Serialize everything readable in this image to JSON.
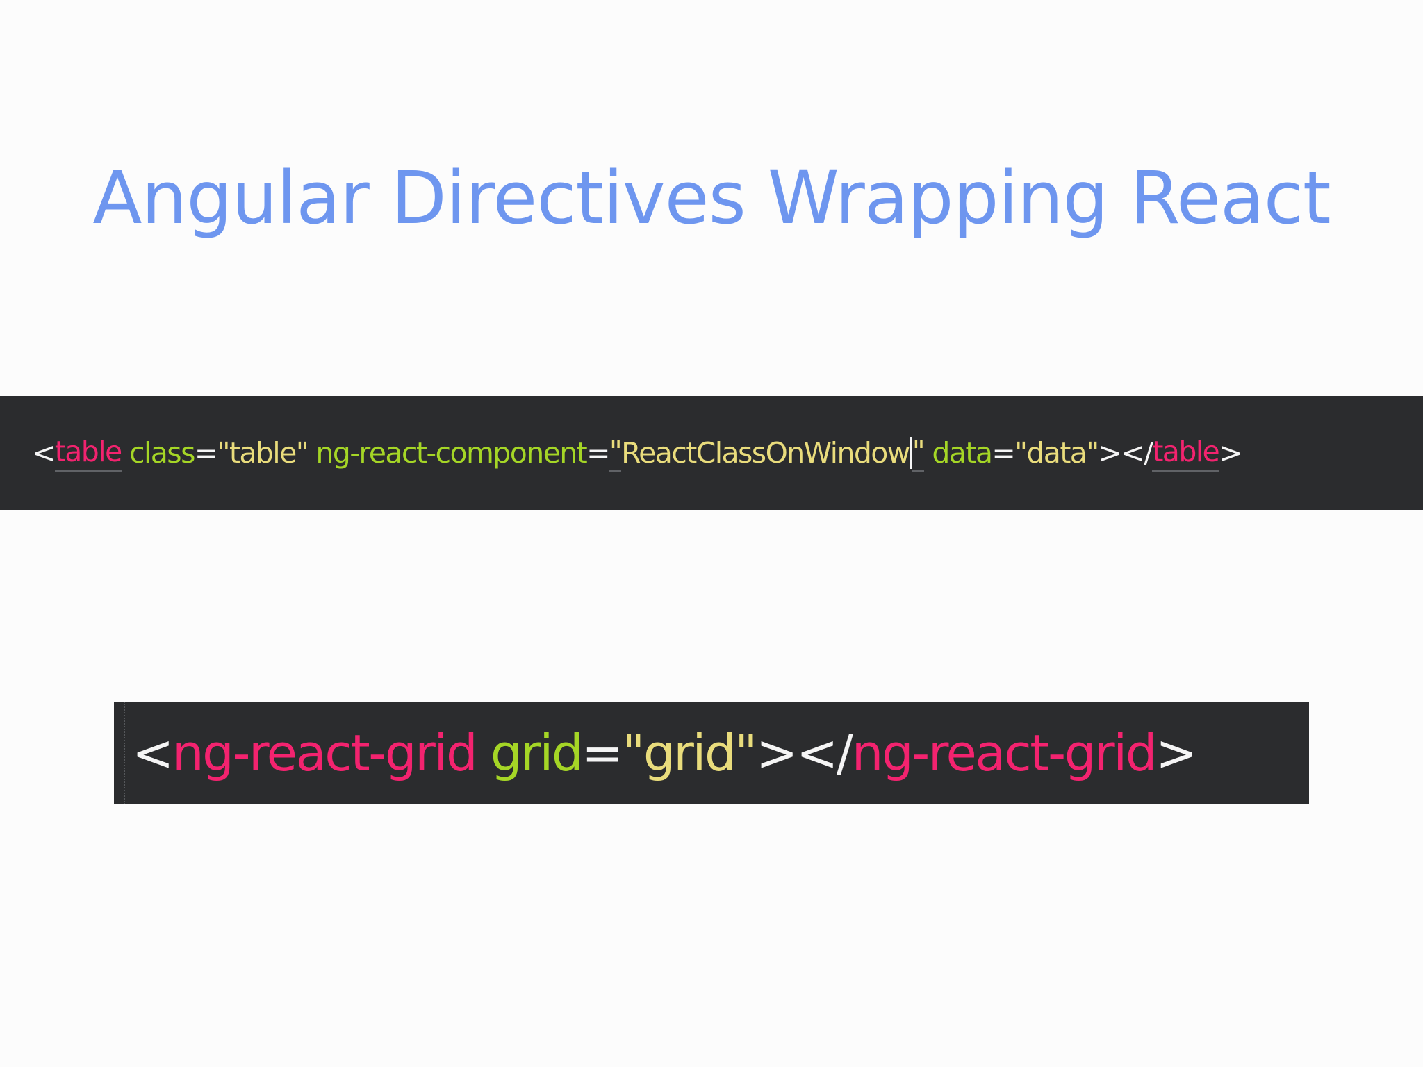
{
  "slide": {
    "title": "Angular Directives Wrapping React"
  },
  "snippet_1": {
    "open_bracket": "<",
    "tag_name": "table",
    "attr_class_name": "class",
    "equals_1": "=",
    "attr_class_value": "\"table\"",
    "attr_component_name": "ng-react-component",
    "equals_2": "=",
    "quote_open": "\"",
    "attr_component_value": "ReactClassOnWindow",
    "quote_close": "\"",
    "attr_data_name": "data",
    "equals_3": "=",
    "attr_data_value": "\"data\"",
    "close_open_tag": "></",
    "closing_tag_name": "table",
    "close_bracket": ">"
  },
  "snippet_2": {
    "open_bracket": "<",
    "tag_name": "ng-react-grid",
    "attr_grid_name": "grid",
    "equals": "=",
    "attr_grid_value": "\"grid\"",
    "close_open_tag": "></",
    "closing_tag_name": "ng-react-grid",
    "close_bracket": ">"
  },
  "colors": {
    "title": "#6e96ef",
    "code_background": "#2b2c2e",
    "tag": "#f3236f",
    "attribute": "#a5d626",
    "string": "#e9dc7c",
    "punctuation": "#f5f5f5"
  }
}
